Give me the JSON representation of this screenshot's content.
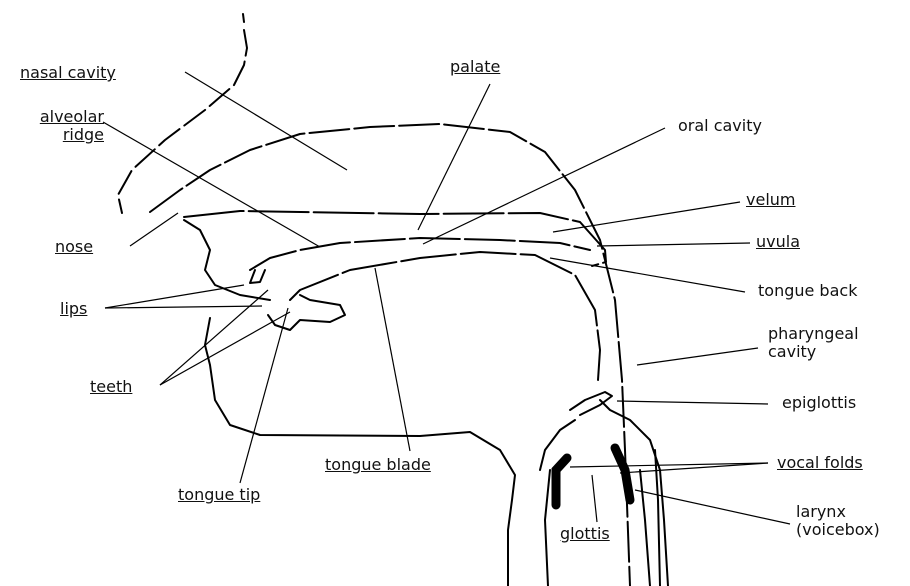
{
  "labels": {
    "nasal_cavity": "nasal cavity",
    "alveolar_ridge": "alveolar\nridge",
    "palate": "palate",
    "oral_cavity": "oral cavity",
    "velum": "velum",
    "uvula": "uvula",
    "nose": "nose",
    "lips": "lips",
    "tongue_back": "tongue back",
    "pharyngeal_cavity": "pharyngeal\ncavity",
    "teeth": "teeth",
    "epiglottis": "epiglottis",
    "tongue_blade": "tongue blade",
    "vocal_folds": "vocal folds",
    "tongue_tip": "tongue tip",
    "larynx": "larynx\n(voicebox)",
    "glottis": "glottis"
  }
}
